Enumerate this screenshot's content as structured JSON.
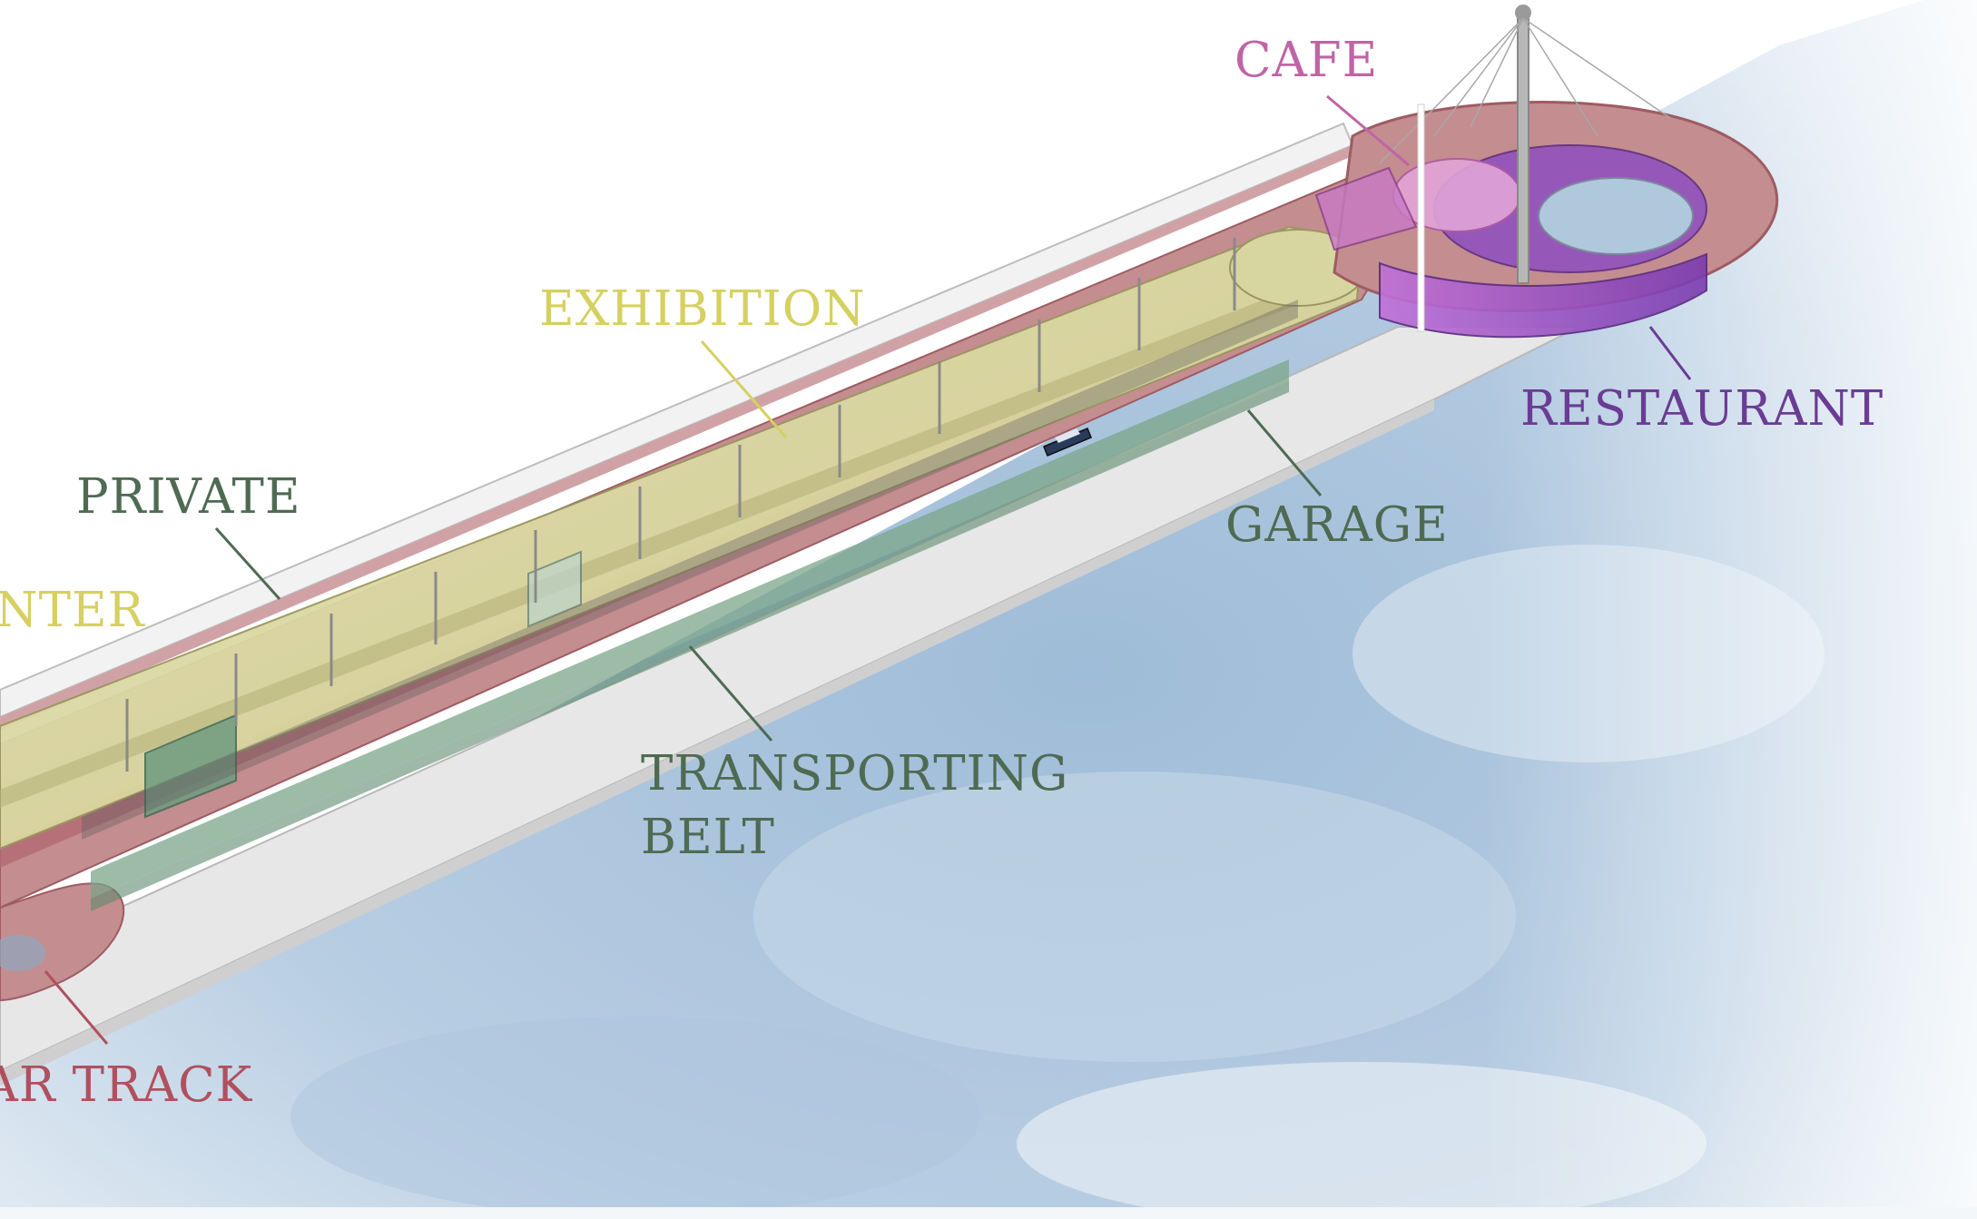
{
  "labels": {
    "cafe": "CAFE",
    "exhibition": "EXHIBITION",
    "private": "PRIVATE",
    "center": "CENTER",
    "garage": "GARAGE",
    "restaurant": "RESTAURANT",
    "transporting_line1": "TRANSPORTING",
    "transporting_line2": "BELT",
    "car_track": "CAR TRACK"
  },
  "colors": {
    "cafe": "#c064a6",
    "exhibition": "#d6d060",
    "private": "#4e6b52",
    "garage": "#4e6b52",
    "restaurant": "#6a3c94",
    "transporting_belt": "#4e6b52",
    "car_track": "#b0505e",
    "track_surface": "#c98a8a",
    "exhibition_fill": "#d9d7a0",
    "restaurant_glass": "#8e4fc0",
    "water": "#a9c3dc"
  }
}
